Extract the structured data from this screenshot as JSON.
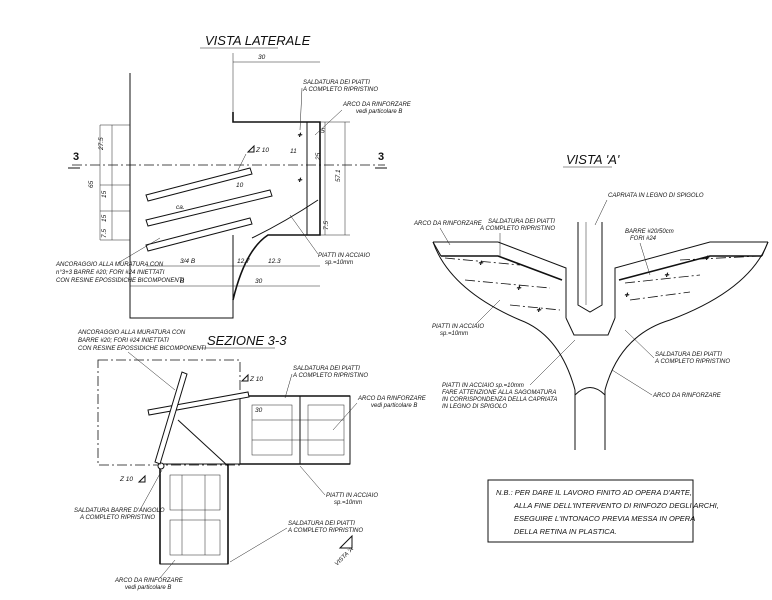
{
  "views": {
    "lateral_title": "VISTA LATERALE",
    "section_title": "SEZIONE 3-3",
    "view_a_title": "VISTA 'A'",
    "view_a_arrow": "VISTA 'A'"
  },
  "section_markers": {
    "left": "3",
    "right": "3"
  },
  "lateral_labels": {
    "weld_1": "SALDATURA DEI PIATTI",
    "weld_2": "A COMPLETO RIPRISTINO",
    "arch_1": "ARCO DA RINFORZARE",
    "arch_2": "vedi particolare B",
    "anchor_1": "ANCORAGGIO ALLA MURATURA CON",
    "anchor_2": "n°3+3 BARRE #20; FORI #24 INIETTATI",
    "anchor_3": "CON RESINE EPOSSIDICHE BICOMPONENTI",
    "plate_1": "PIATTI IN ACCIAIO",
    "plate_2": "sp.=10mm",
    "weld_symbol": "Z 10"
  },
  "lateral_dims": [
    "30",
    "27.5",
    "15",
    "15",
    "7.5",
    "65",
    "5",
    "25",
    "57.1",
    "7.5",
    "11",
    "10",
    "3/4 B",
    "12.7",
    "12.3",
    "B",
    "30",
    "ca."
  ],
  "section_labels": {
    "anchor_1": "ANCORAGGIO ALLA MURATURA CON",
    "anchor_2": "BARRE #20; FORI #24 INIETTATI",
    "anchor_3": "CON RESINE EPOSSIDICHE BICOMPONENTI",
    "weld_1": "SALDATURA DEI PIATTI",
    "weld_2": "A COMPLETO RIPRISTINO",
    "arch_1": "ARCO DA RINFORZARE",
    "arch_2": "vedi particolare B",
    "plate_1": "PIATTI IN ACCIAIO",
    "plate_2": "sp.=10mm",
    "weld_bar_1": "SALDATURA BARRE D'ANGOLO",
    "weld_bar_2": "A COMPLETO RIPRISTINO",
    "weld2_1": "SALDATURA DEI PIATTI",
    "weld2_2": "A COMPLETO RIPRISTINO",
    "arch2_1": "ARCO DA RINFORZARE",
    "arch2_2": "vedi particolare B",
    "weld_symbol_1": "Z 10",
    "weld_symbol_2": "Z 10",
    "dim_30": "30"
  },
  "view_a_labels": {
    "truss": "CAPRIATA IN LEGNO DI SPIGOLO",
    "arch_left": "ARCO DA RINFORZARE",
    "weld_1": "SALDATURA DEI PIATTI",
    "weld_2": "A COMPLETO RIPRISTINO",
    "bars_1": "BARRE #20/50cm",
    "bars_2": "FORI #24",
    "plate_1": "PIATTI IN ACCIAIO",
    "plate_2": "sp.=10mm",
    "weld_r1": "SALDATURA DEI PIATTI",
    "weld_r2": "A COMPLETO RIPRISTINO",
    "arch_right": "ARCO DA RINFORZARE",
    "plate_b1": "PIATTI IN ACCIAIO sp.=10mm",
    "plate_b2": "FARE ATTENZIONE ALLA SAGOMATURA",
    "plate_b3": "IN CORRISPONDENZA DELLA CAPRIATA",
    "plate_b4": "IN LEGNO DI SPIGOLO"
  },
  "note": {
    "line1": "N.B.: PER DARE IL LAVORO FINITO AD OPERA D'ARTE,",
    "line2": "ALLA FINE DELL'INTERVENTO DI RINFOZO DEGLI ARCHI,",
    "line3": "ESEGUIRE L'INTONACO PREVIA MESSA IN OPERA",
    "line4": "DELLA RETINA IN PLASTICA."
  }
}
